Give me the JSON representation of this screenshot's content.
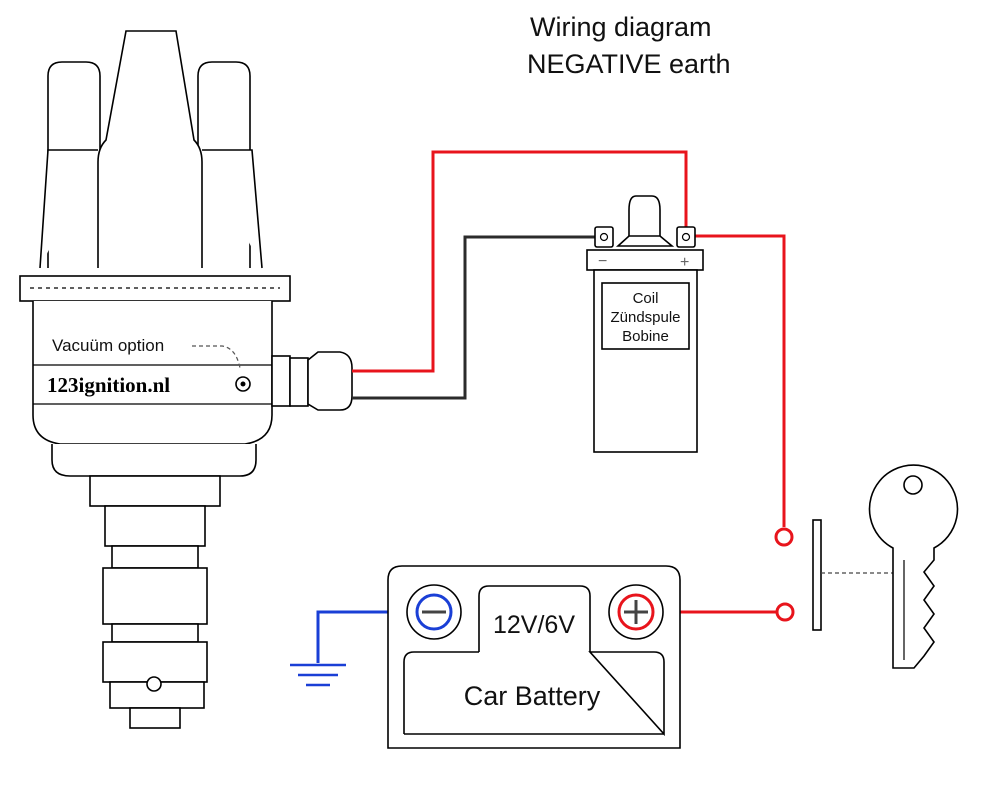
{
  "title": {
    "line1": "Wiring diagram",
    "line2": "NEGATIVE earth"
  },
  "distributor": {
    "brand": "123ignition.nl",
    "vacuum_label": "Vacuüm option"
  },
  "coil": {
    "labels": [
      "Coil",
      "Zündspule",
      "Bobine"
    ],
    "minus_symbol": "−",
    "plus_symbol": "+"
  },
  "battery": {
    "voltage": "12V/6V",
    "label": "Car Battery"
  },
  "wire_colors": {
    "positive": "#e8141c",
    "negative": "#1a3fd6",
    "coil_negative": "#2b2b2b"
  },
  "icons": {
    "ignition_key": "key-icon",
    "ground": "ground-symbol-icon"
  }
}
